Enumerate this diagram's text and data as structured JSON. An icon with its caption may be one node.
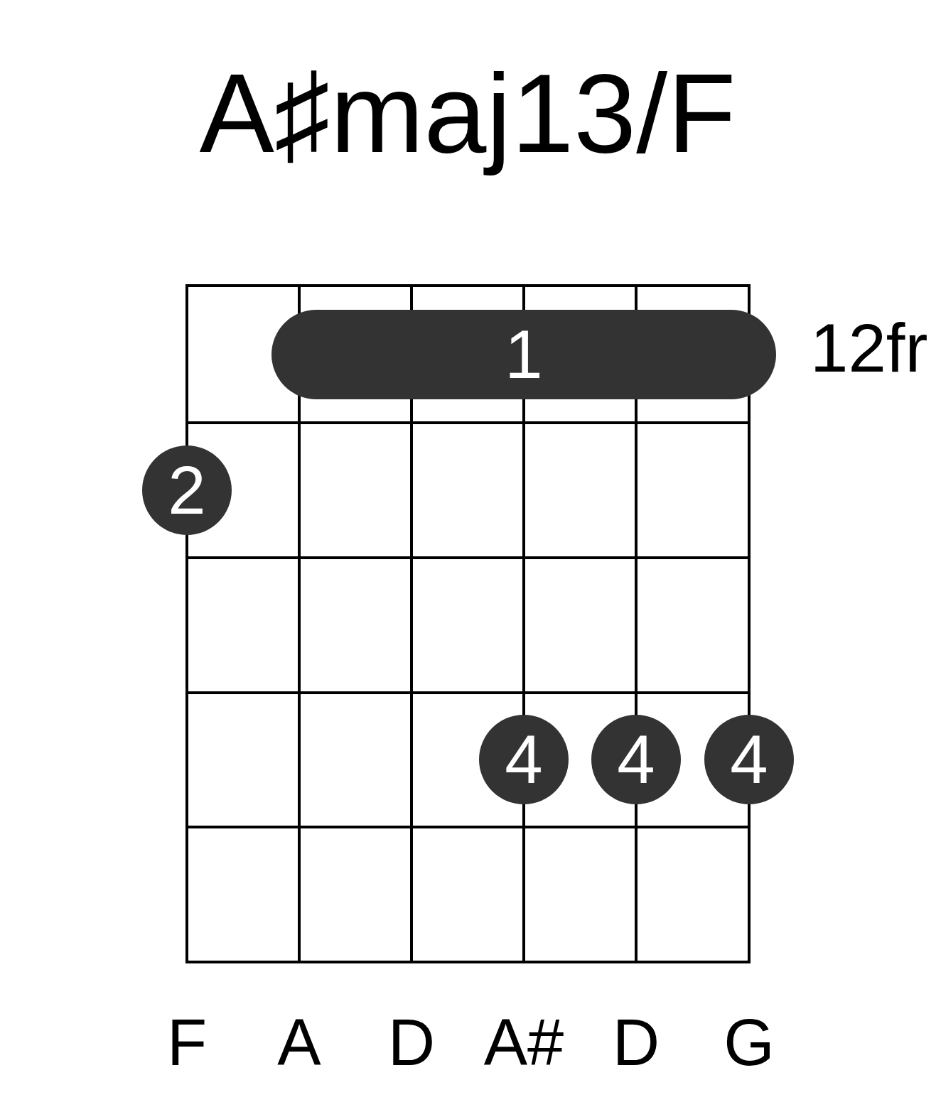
{
  "diagram": {
    "title": "A♯maj13/F",
    "nodes": [
      {
        "text": [
          "1"
        ]
      },
      {
        "text": [
          "2"
        ]
      },
      {
        "text": [
          "4"
        ]
      },
      {
        "text": [
          "4"
        ]
      },
      {
        "text": [
          "4"
        ]
      }
    ],
    "labels": [
      "12fr",
      "F",
      "A",
      "D",
      "A#",
      "D",
      "G"
    ]
  }
}
